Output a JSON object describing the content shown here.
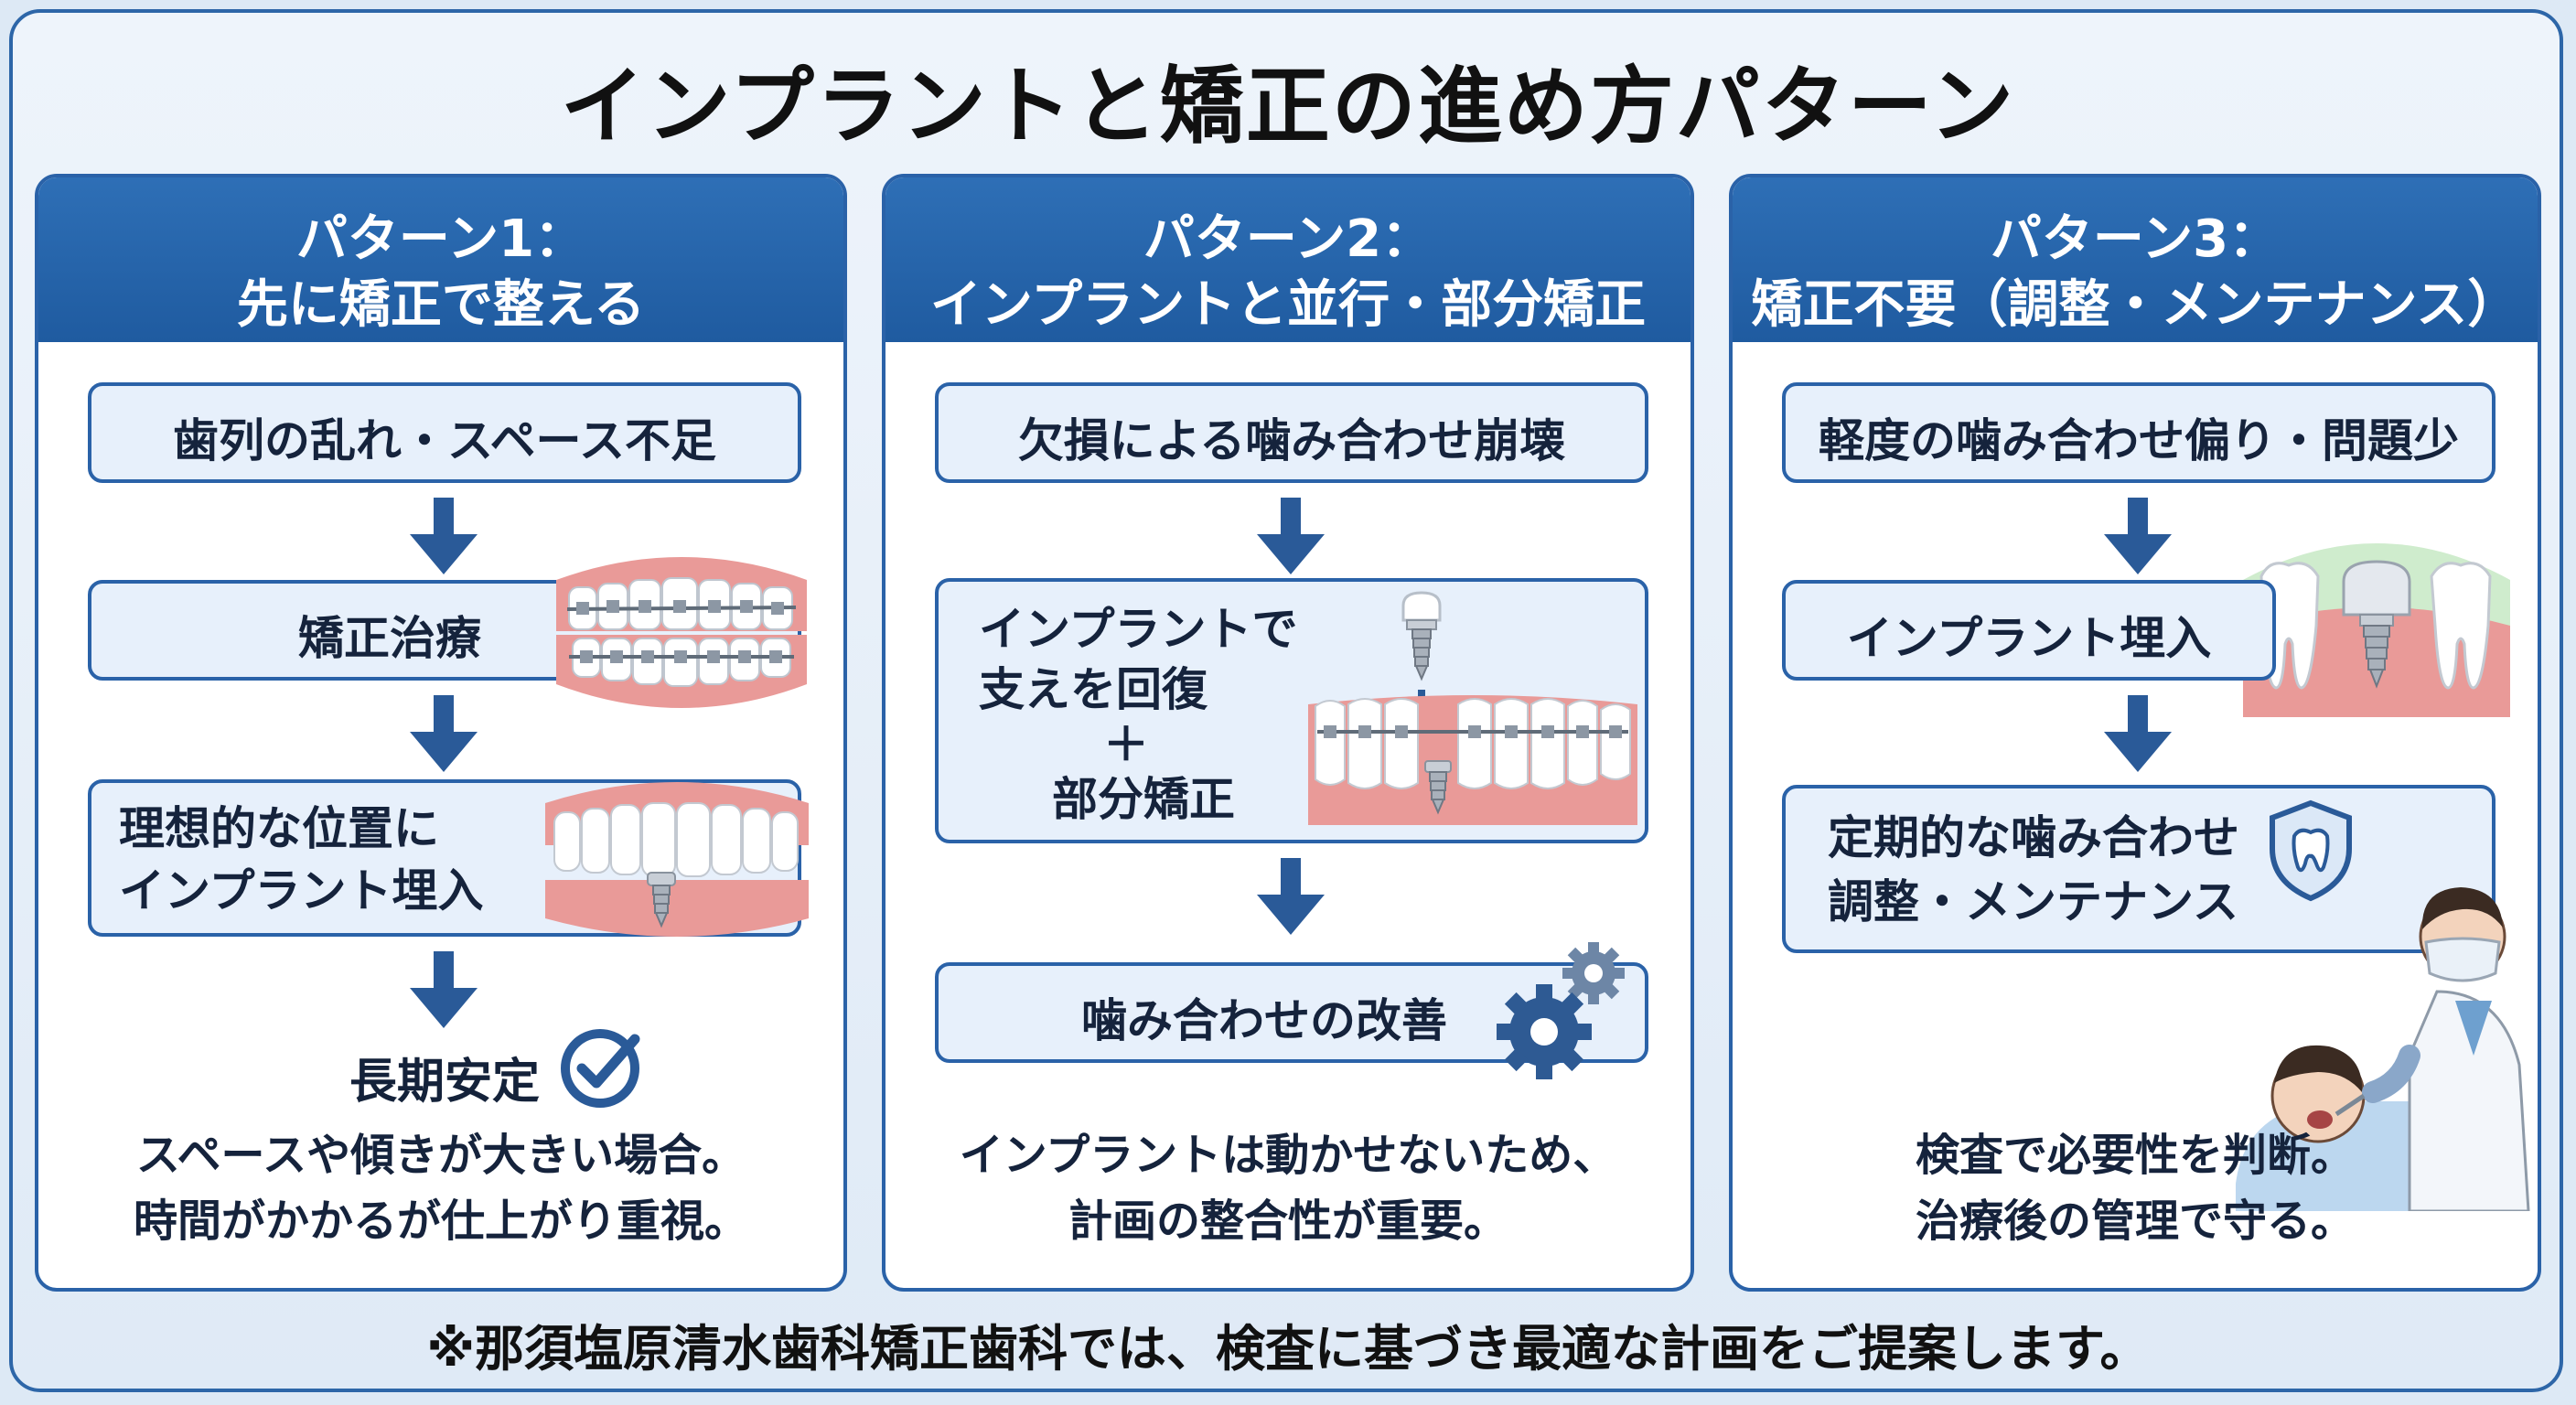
{
  "title": "インプラントと矯正の進め方パターン",
  "columns": [
    {
      "header_line1": "パターン1：",
      "header_line2": "先に矯正で整える",
      "step1": "歯列の乱れ・スペース不足",
      "step2": "矯正治療",
      "step3_line1": "理想的な位置に",
      "step3_line2": "インプラント埋入",
      "result": "長期安定",
      "note_line1": "スペースや傾きが大きい場合。",
      "note_line2": "時間がかかるが仕上がり重視。"
    },
    {
      "header_line1": "パターン2：",
      "header_line2": "インプラントと並行・部分矯正",
      "step1": "欠損による噛み合わせ崩壊",
      "step2_line1": "インプラントで",
      "step2_line2": "支えを回復",
      "step2_plus": "＋",
      "step2_line3": "部分矯正",
      "step3": "噛み合わせの改善",
      "note_line1": "インプラントは動かせないため、",
      "note_line2": "計画の整合性が重要。"
    },
    {
      "header_line1": "パターン3：",
      "header_line2": "矯正不要（調整・メンテナンス）",
      "step1": "軽度の噛み合わせ偏り・問題少",
      "step2": "インプラント埋入",
      "step3_line1": "定期的な噛み合わせ",
      "step3_line2": "調整・メンテナンス",
      "note_line1": "検査で必要性を判断。",
      "note_line2": "治療後の管理で守る。"
    }
  ],
  "footer": "※那須塩原清水歯科矯正歯科では、検査に基づき最適な計画をご提案します。",
  "colors": {
    "primary": "#2a62a8",
    "box_fill": "#e7f0fb",
    "gum": "#e99a98",
    "arrow": "#2a5a98"
  },
  "icons": [
    "braces-teeth-icon",
    "implant-teeth-icon",
    "checkmark-icon",
    "implant-partial-braces-icon",
    "gears-icon",
    "implant-between-teeth-icon",
    "tooth-shield-icon",
    "dentist-patient-icon"
  ]
}
